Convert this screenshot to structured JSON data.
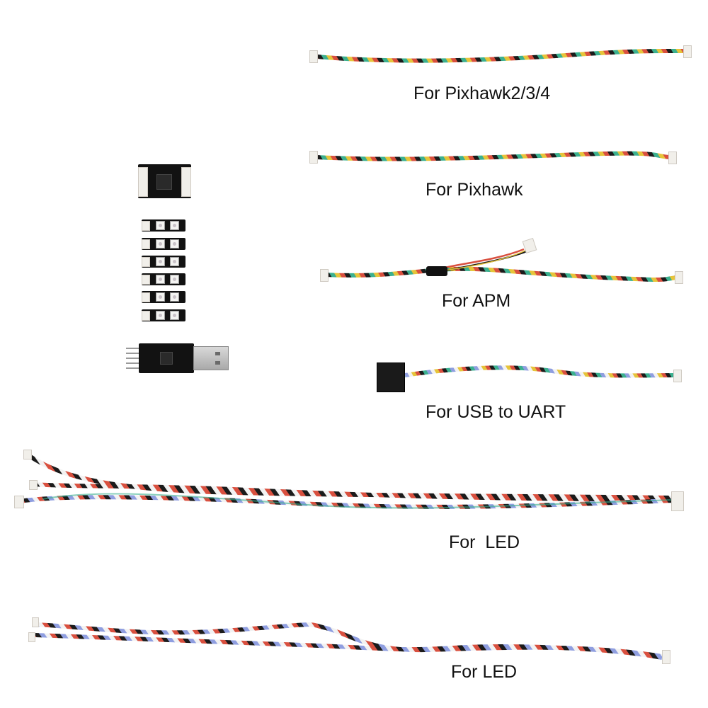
{
  "labels": {
    "pixhawk234": "For Pixhawk2/3/4",
    "pixhawk": "For Pixhawk",
    "apm": "For APM",
    "usb_uart": "For USB to UART",
    "led_1": "For  LED",
    "led_2": "For LED"
  },
  "components": {
    "controller_board": "led-controller-board",
    "led_boards_count": 6,
    "usb_uart_adapter": "usb-to-uart-adapter"
  },
  "colors": {
    "background": "#ffffff",
    "pcb": "#121212",
    "wire_red": "#d9503f",
    "wire_black": "#1b1b1b",
    "wire_yellow": "#e6c43a",
    "wire_green": "#3bb08f",
    "wire_blue": "#8f9ee0",
    "wire_white": "#f2f2f2"
  }
}
